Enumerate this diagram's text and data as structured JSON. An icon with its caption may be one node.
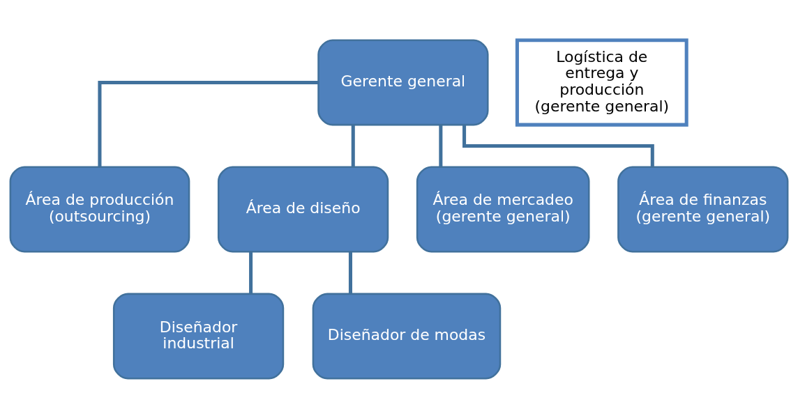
{
  "diagram": {
    "nodes": [
      {
        "text": [
          "Gerente general"
        ]
      },
      {
        "text": [
          "Área de producción (outsourcing)"
        ]
      },
      {
        "text": [
          "Área de diseño"
        ]
      },
      {
        "text": [
          "Área de mercadeo (gerente general)"
        ]
      },
      {
        "text": [
          "Área de finanzas (gerente general)"
        ]
      },
      {
        "text": [
          "Diseñador industrial"
        ]
      },
      {
        "text": [
          "Diseñador de modas"
        ]
      },
      {
        "text": [
          "Logística de entrega y producción (gerente general)"
        ]
      }
    ],
    "edges": [
      {
        "from": 0,
        "to": 1,
        "arrow": "none"
      },
      {
        "from": 0,
        "to": 2,
        "arrow": "none"
      },
      {
        "from": 0,
        "to": 3,
        "arrow": "none"
      },
      {
        "from": 0,
        "to": 4,
        "arrow": "none"
      },
      {
        "from": 2,
        "to": 5,
        "arrow": "none"
      },
      {
        "from": 2,
        "to": 6,
        "arrow": "none"
      }
    ]
  }
}
